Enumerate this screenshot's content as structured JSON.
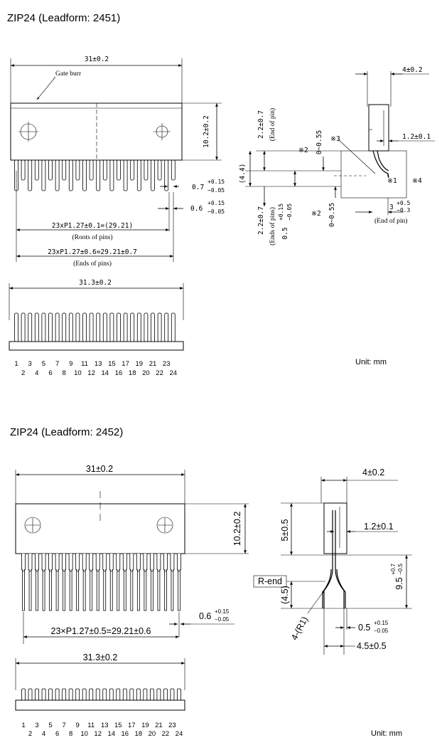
{
  "figure1": {
    "title": "ZIP24 (Leadform: 2451)",
    "unit": "Unit: mm",
    "top": {
      "width": "31±0.2",
      "gate_burr": "Gate burr",
      "height": "10.2±0.2",
      "tol_a": "0.7",
      "tol_a_plus": "+0.15",
      "tol_a_minus": "−0.05",
      "tol_b": "0.6",
      "tol_b_plus": "+0.15",
      "tol_b_minus": "−0.05",
      "pitch_roots": "23xP1.27±0.1=(29.21)",
      "roots_label": "(Roots of pins)",
      "pitch_ends": "23xP1.27±0.6=29.21±0.7",
      "ends_label": "(Ends of pins)"
    },
    "bottom": {
      "width": "31.3±0.2",
      "pins_odd": [
        "1",
        "3",
        "5",
        "7",
        "9",
        "11",
        "13",
        "15",
        "17",
        "19",
        "21",
        "23"
      ],
      "pins_even": [
        "2",
        "4",
        "6",
        "8",
        "10",
        "12",
        "14",
        "16",
        "18",
        "20",
        "22",
        "24"
      ]
    },
    "side": {
      "thickness": "4±0.2",
      "dim_22_top": "2.2±0.7",
      "end_of_pin_top": "(End of pin)",
      "note2_top": "※2",
      "range_top": "0~0.55",
      "note3": "※3",
      "dim_44": "(4.4)",
      "dim_12": "1.2±0.1",
      "note1": "※1",
      "note4": "※4",
      "dim_3": "3",
      "dim_3_plus": "+0.5",
      "dim_3_minus": "−0.3",
      "end_of_pin_bot": "(End of pin)",
      "dim_22_bot": "2.2±0.7",
      "ends_of_pins": "(Ends of pins)",
      "dim_05": "0.5",
      "dim_05_plus": "+0.15",
      "dim_05_minus": "−0.05",
      "note2_bot": "※2",
      "range_bot": "0~0.55"
    }
  },
  "figure2": {
    "title": "ZIP24 (Leadform: 2452)",
    "unit": "Unit: mm",
    "top": {
      "width": "31±0.2",
      "height": "10.2±0.2",
      "tol": "0.6",
      "tol_plus": "+0.15",
      "tol_minus": "−0.05",
      "pitch": "23×P1.27±0.5=29.21±0.6"
    },
    "bottom": {
      "width": "31.3±0.2",
      "pins_odd": [
        "1",
        "3",
        "5",
        "7",
        "9",
        "11",
        "13",
        "15",
        "17",
        "19",
        "21",
        "23"
      ],
      "pins_even": [
        "2",
        "4",
        "6",
        "8",
        "10",
        "12",
        "14",
        "16",
        "18",
        "20",
        "22",
        "24"
      ]
    },
    "side": {
      "thickness": "4±0.2",
      "dim_5": "5±0.5",
      "dim_12": "1.2±0.1",
      "r_end": "R-end",
      "dim_45p": "(4.5)",
      "dim_95": "9.5",
      "dim_95_plus": "+0.7",
      "dim_95_minus": "−0.5",
      "radius": "4-(R1)",
      "dim_05": "0.5",
      "dim_05_plus": "+0.15",
      "dim_05_minus": "−0.05",
      "dim_45": "4.5±0.5"
    }
  }
}
